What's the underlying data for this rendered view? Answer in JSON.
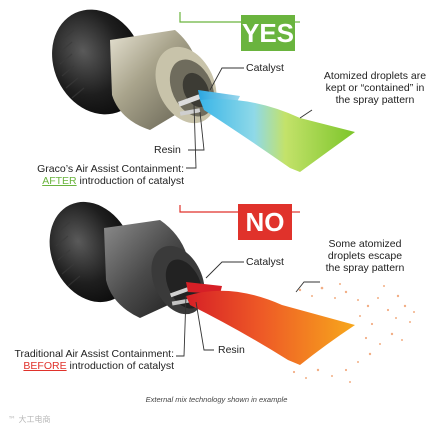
{
  "top_panel": {
    "badge": "YES",
    "catalyst_label": "Catalyst",
    "resin_label": "Resin",
    "note_lines": [
      "Atomized droplets are",
      "kept or “contained” in",
      "the spray pattern"
    ],
    "caption_line1": "Graco’s Air Assist Containment:",
    "caption_highlight": "AFTER",
    "caption_line2_rest": " introduction of catalyst",
    "colors": {
      "badge": "#6ab43e",
      "spray_start": "#3bb6e8",
      "spray_end": "#8ccc2c"
    }
  },
  "bottom_panel": {
    "badge": "NO",
    "catalyst_label": "Catalyst",
    "resin_label": "Resin",
    "note_lines": [
      "Some atomized",
      "droplets escape",
      "the spray pattern"
    ],
    "caption_line1": "Traditional Air Assist Containment:",
    "caption_highlight": "BEFORE",
    "caption_line2_rest": " introduction of catalyst",
    "colors": {
      "badge": "#e0322b",
      "spray_start": "#e0322b",
      "spray_end": "#f7a21b"
    }
  },
  "footer": {
    "caption": "External mix technology shown in example",
    "watermark": "™ 大工电商"
  },
  "icons": [
    "spray-gun-nozzle-icon",
    "spray-fan-icon"
  ]
}
